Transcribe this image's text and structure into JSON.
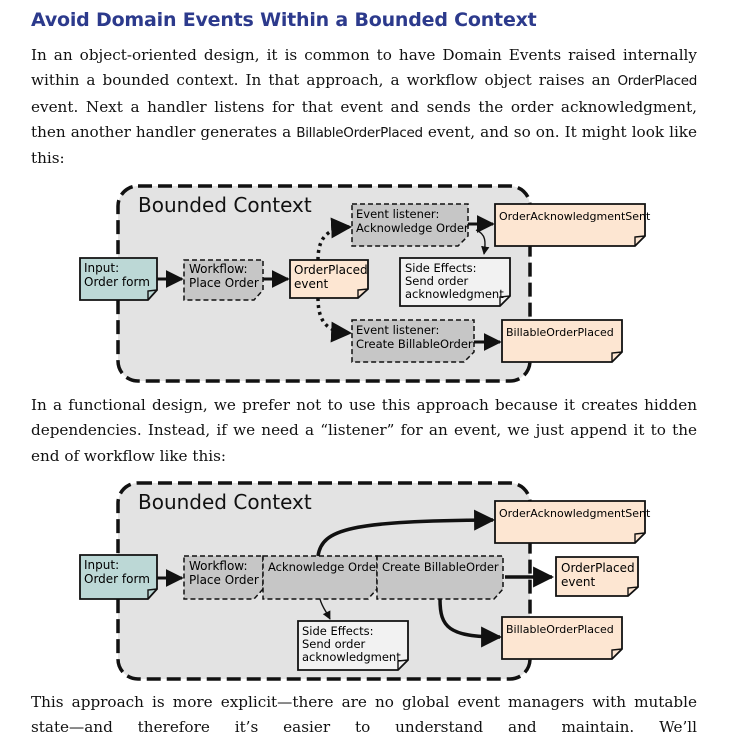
{
  "section_title": "Avoid Domain Events Within a Bounded Context",
  "paragraph1": {
    "t1": "In an object-oriented design, it is common to have Domain Events raised internally within a bounded context. In that approach, a workflow object raises an ",
    "code1": "OrderPlaced",
    "t2": " event. Next a handler listens for that event and sends the order acknowledgment, then another handler generates a ",
    "code2": "BillableOrderPlaced",
    "t3": " event, and so on. It might look like this:"
  },
  "diagram1": {
    "context_label": "Bounded Context",
    "input_l1": "Input:",
    "input_l2": "Order form",
    "workflow_l1": "Workflow:",
    "workflow_l2": "Place Order",
    "event_l1": "OrderPlaced",
    "event_l2": "event",
    "listener1_l1": "Event listener:",
    "listener1_l2": "Acknowledge Order",
    "sideeffects_l1": "Side Effects:",
    "sideeffects_l2": "Send order",
    "sideeffects_l3": "acknowledgment",
    "listener2_l1": "Event listener:",
    "listener2_l2": "Create BillableOrder",
    "output1": "OrderAcknowledgmentSent",
    "output2": "BillableOrderPlaced"
  },
  "paragraph2": "In a functional design, we prefer not to use this approach because it creates hidden dependencies. Instead, if we need a “listener” for an event, we just append it to the end of workflow like this:",
  "diagram2": {
    "context_label": "Bounded Context",
    "input_l1": "Input:",
    "input_l2": "Order form",
    "workflow_l1": "Workflow:",
    "workflow_l2": "Place Order",
    "step1": "Acknowledge Order",
    "step2": "Create BillableOrder",
    "sideeffects_l1": "Side Effects:",
    "sideeffects_l2": "Send order",
    "sideeffects_l3": "acknowledgment",
    "output1": "OrderAcknowledgmentSent",
    "output2_l1": "OrderPlaced",
    "output2_l2": "event",
    "output3": "BillableOrderPlaced"
  },
  "paragraph3": "This approach is more explicit—there are no global event managers with mutable state—and therefore it’s easier to understand and maintain. We’ll"
}
